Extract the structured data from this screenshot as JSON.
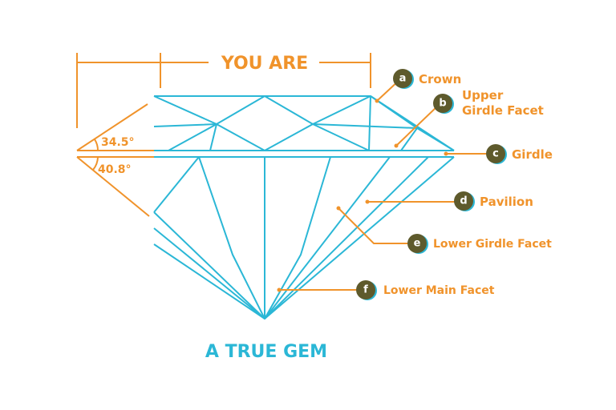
{
  "titles": {
    "top": "YOU ARE",
    "bottom": "A TRUE GEM"
  },
  "angles": {
    "crown": "34.5°",
    "pavilion": "40.8°"
  },
  "callouts": [
    {
      "letter": "a",
      "line1": "Crown",
      "line2": ""
    },
    {
      "letter": "b",
      "line1": "Upper",
      "line2": "Girdle Facet"
    },
    {
      "letter": "c",
      "line1": "Girdle",
      "line2": ""
    },
    {
      "letter": "d",
      "line1": "Pavilion",
      "line2": ""
    },
    {
      "letter": "e",
      "line1": "Lower Girdle Facet",
      "line2": ""
    },
    {
      "letter": "f",
      "line1": "Lower Main Facet",
      "line2": ""
    }
  ],
  "colors": {
    "accent": "#f0932b",
    "gem": "#2bb7d6",
    "badge_fill": "#5e5a2c",
    "badge_shadow": "#2bb7d6"
  }
}
